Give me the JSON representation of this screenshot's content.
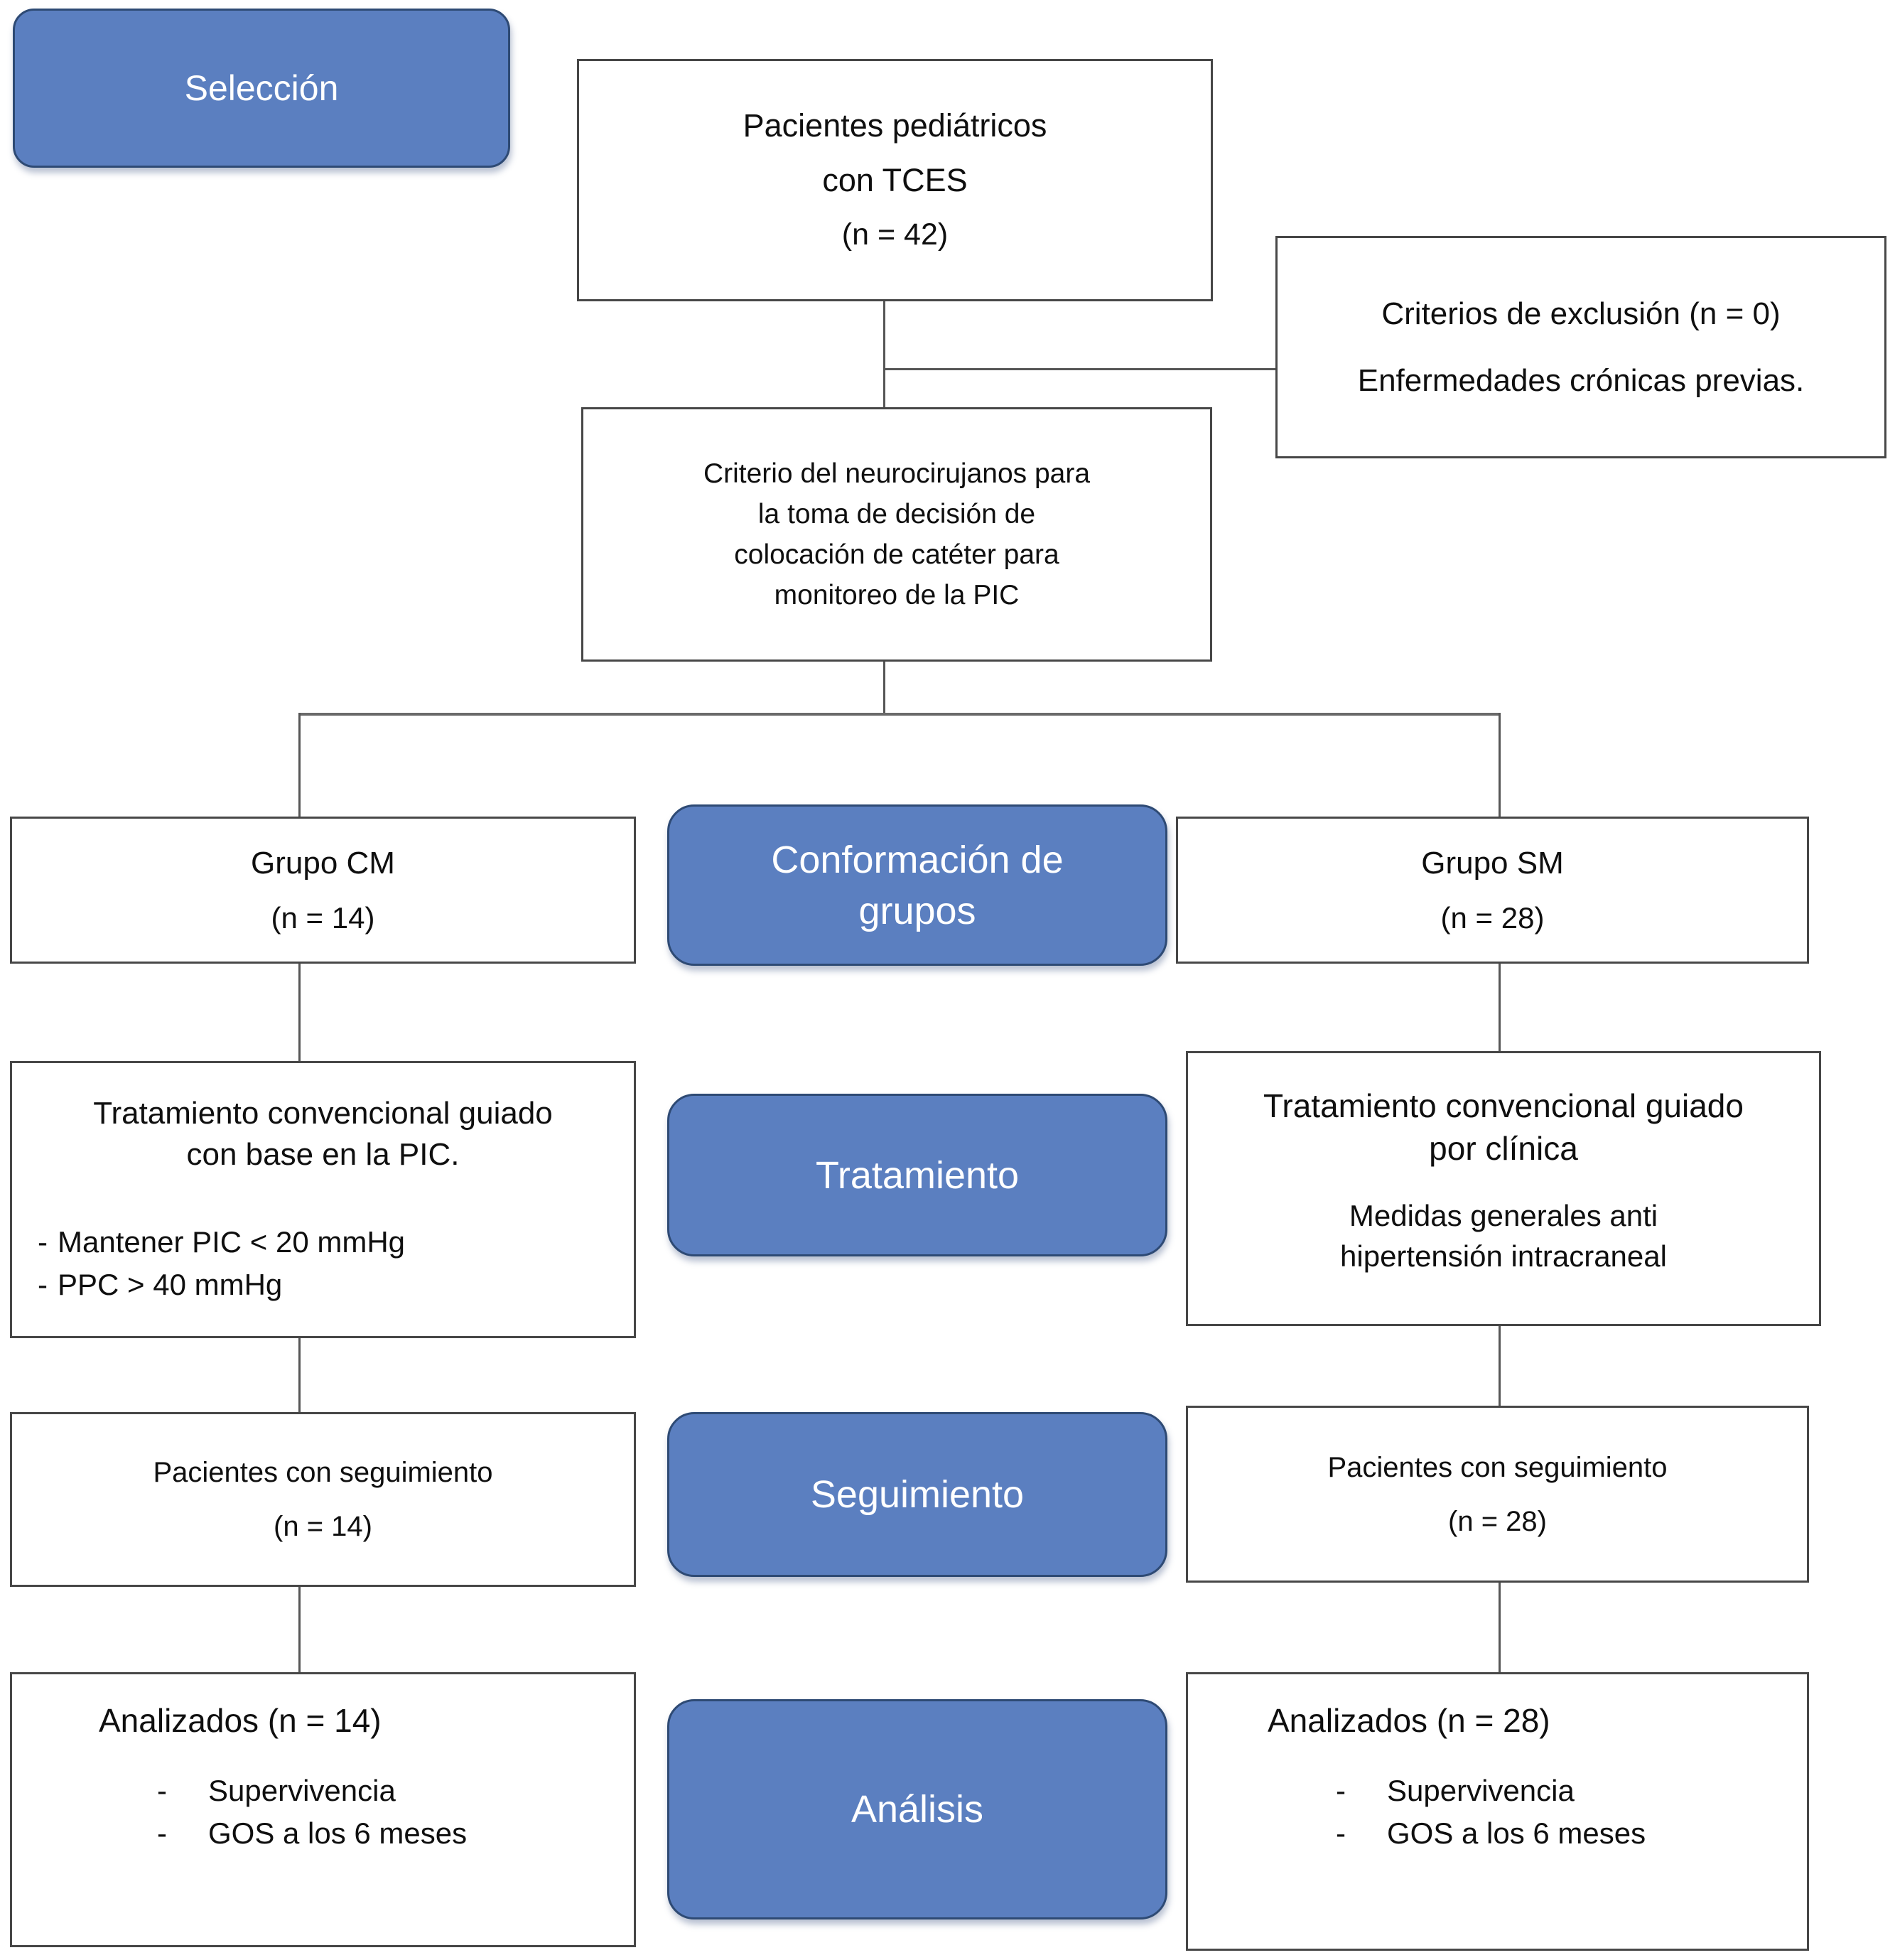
{
  "stages": {
    "seleccion": "Selección",
    "conformacion_line1": "Conformación de",
    "conformacion_line2": "grupos",
    "tratamiento": "Tratamiento",
    "seguimiento": "Seguimiento",
    "analisis": "Análisis"
  },
  "nodes": {
    "patients": {
      "line1": "Pacientes pediátricos",
      "line2": "con TCES",
      "n": "(n = 42)"
    },
    "exclusion": {
      "title": "Criterios de exclusión (n = 0)",
      "detail": "Enfermedades crónicas previas."
    },
    "criterio": {
      "line1": "Criterio del neurocirujanos para",
      "line2": "la toma de decisión de",
      "line3": "colocación de catéter para",
      "line4": "monitoreo de la PIC"
    },
    "grupo_cm": {
      "title": "Grupo CM",
      "n": "(n = 14)"
    },
    "grupo_sm": {
      "title": "Grupo SM",
      "n": "(n = 28)"
    },
    "trat_cm": {
      "line1": "Tratamiento convencional guiado",
      "line2": "con base en la PIC.",
      "bullet1": "Mantener PIC < 20 mmHg",
      "bullet2": "PPC > 40 mmHg"
    },
    "trat_sm": {
      "line1": "Tratamiento convencional guiado",
      "line2": "por clínica",
      "line3": "Medidas generales anti",
      "line4": "hipertensión intracraneal"
    },
    "seg_cm": {
      "title": "Pacientes con seguimiento",
      "n": "(n = 14)"
    },
    "seg_sm": {
      "title": "Pacientes con seguimiento",
      "n": "(n = 28)"
    },
    "anal_cm": {
      "title": "Analizados (n = 14)",
      "bullet1": "Supervivencia",
      "bullet2": "GOS a los 6 meses"
    },
    "anal_sm": {
      "title": "Analizados (n = 28)",
      "bullet1": "Supervivencia",
      "bullet2": "GOS a los 6 meses"
    }
  },
  "glyphs": {
    "dash": "-"
  },
  "colors": {
    "stage_fill": "#5b7fc0",
    "stage_border": "#2e4a74",
    "stage_text": "#ffffff",
    "box_fill": "#ffffff",
    "box_border": "#474747",
    "connector": "#565656",
    "text": "#0f0f0f",
    "background": "#ffffff"
  }
}
